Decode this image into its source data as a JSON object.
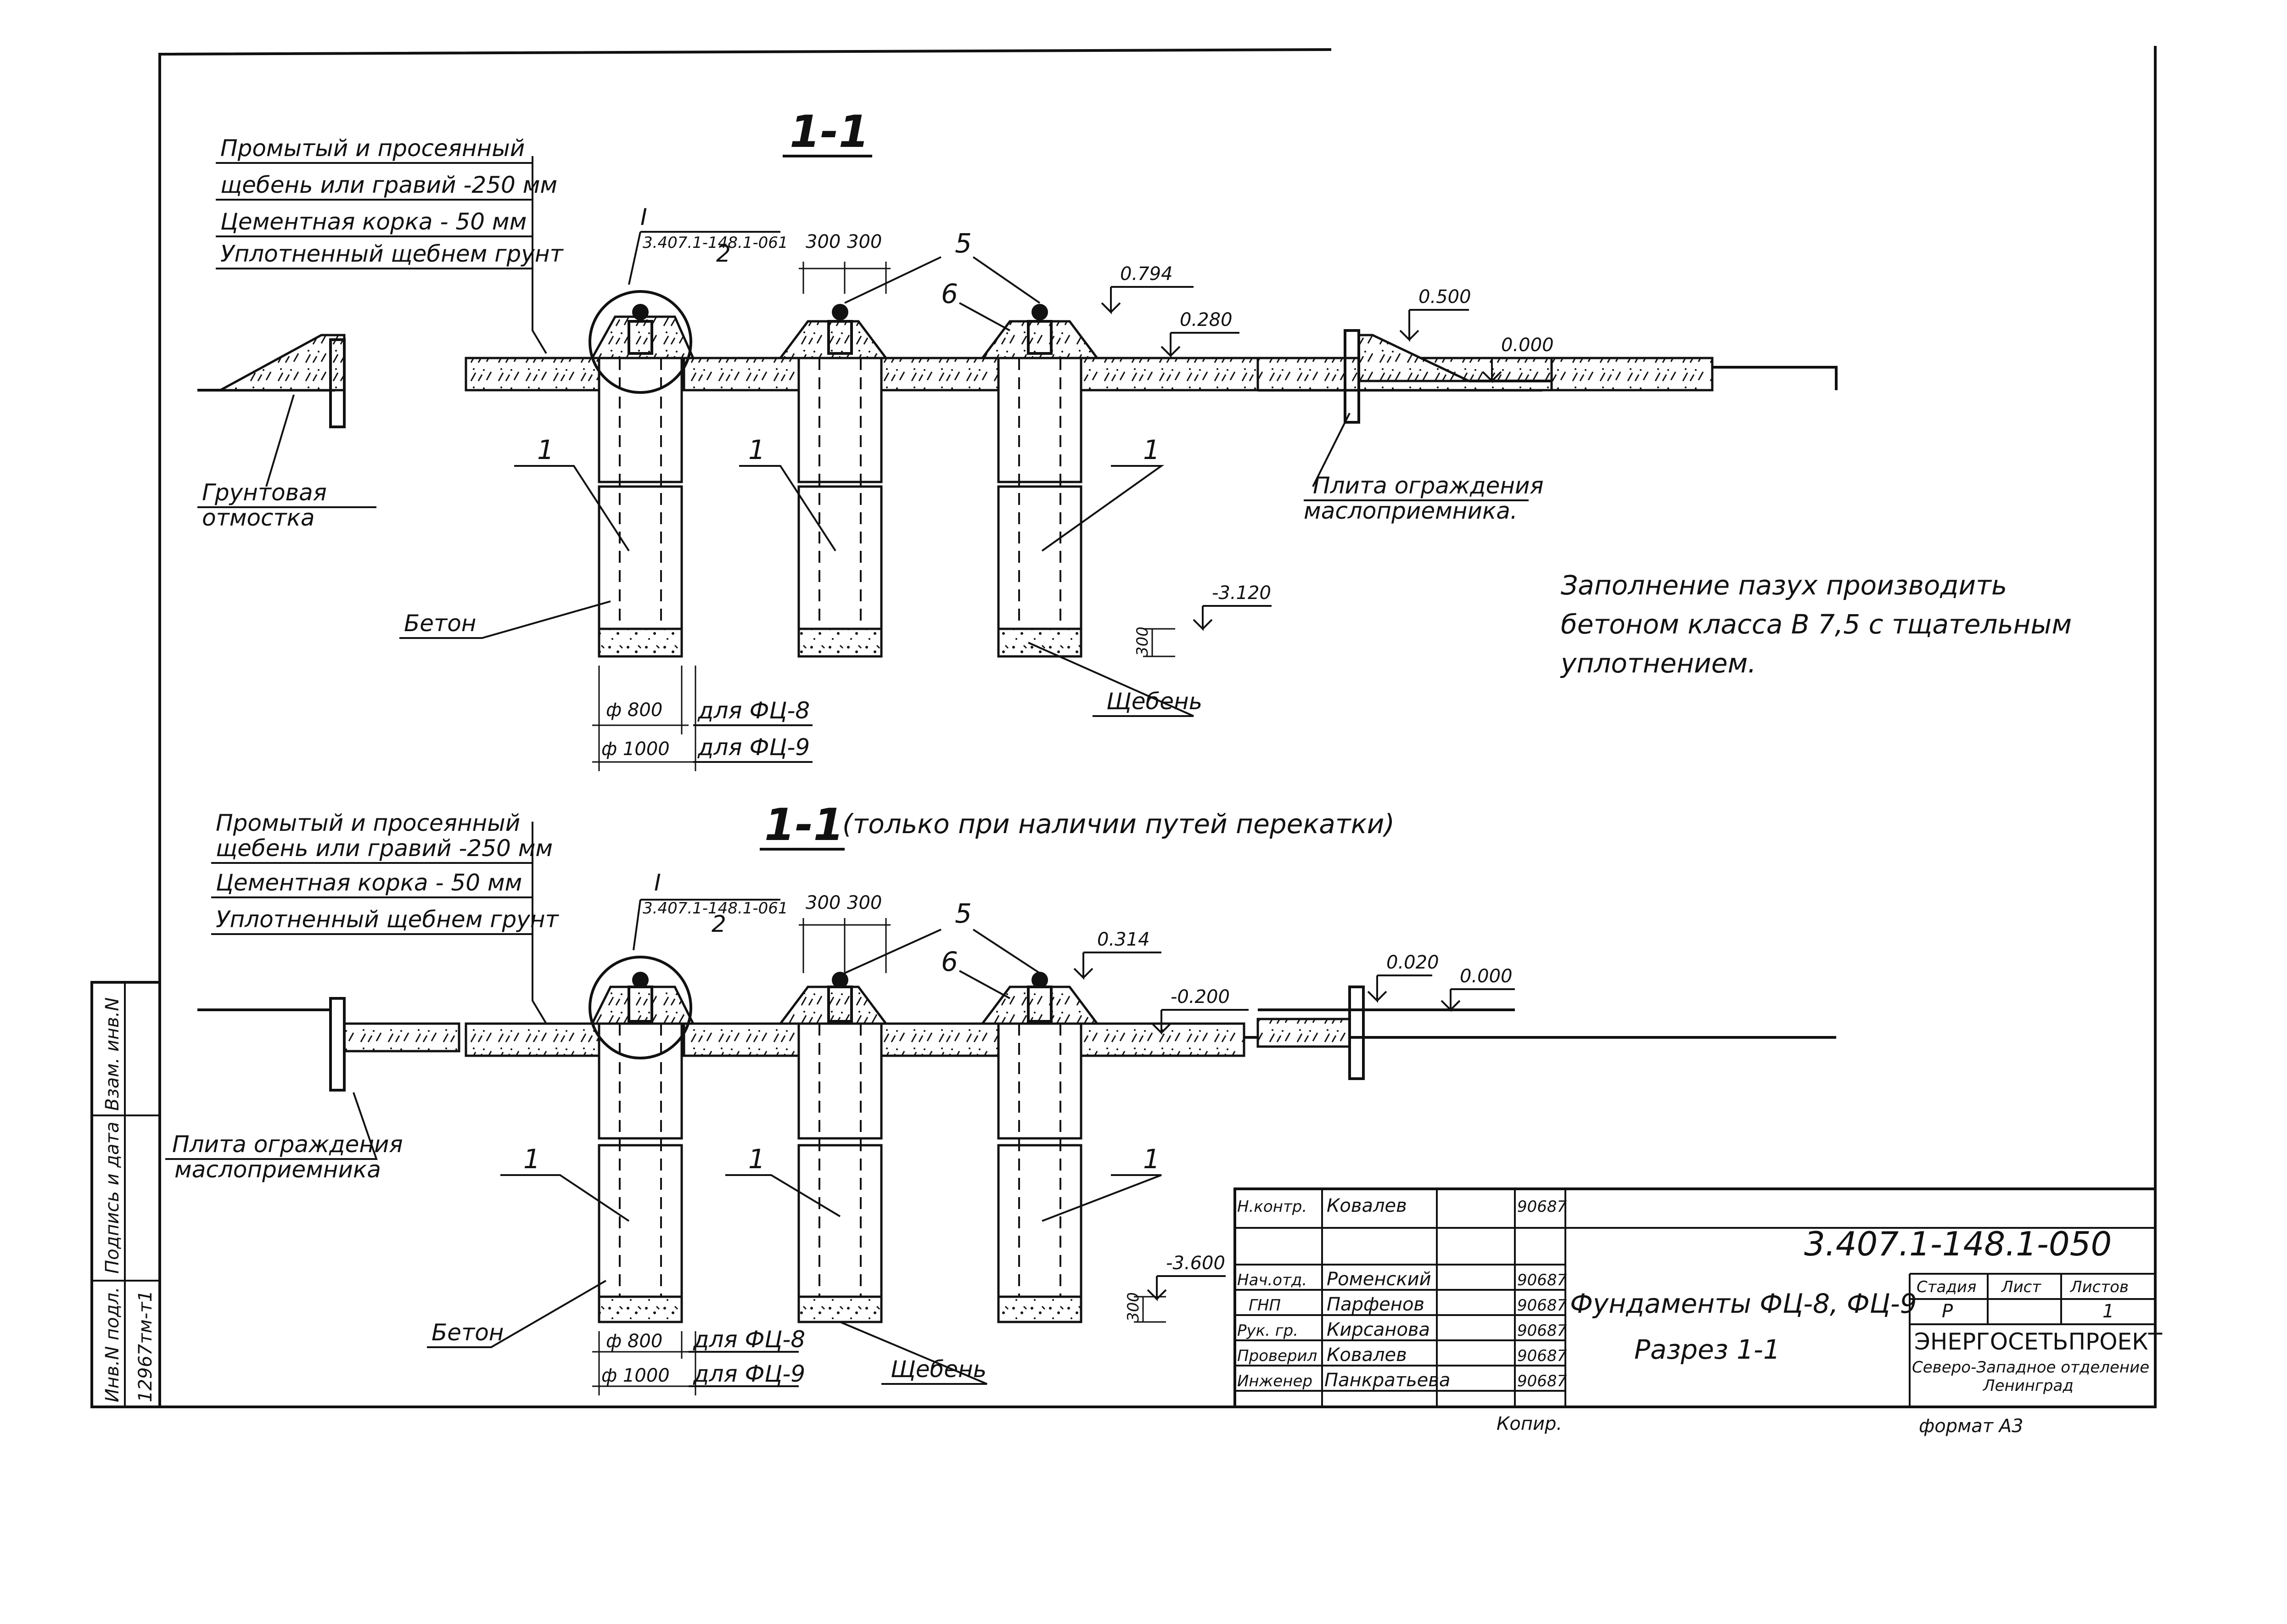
{
  "section_top": {
    "title": "1-1",
    "layers": [
      "Промытый и просеянный",
      "щебень или гравий -250 мм",
      "Цементная корка - 50 мм",
      "Уплотненный щебнем грунт"
    ],
    "ref_mark": "I",
    "ref_doc": "3.407.1-148.1-061",
    "dims": [
      "300",
      "300"
    ],
    "labels": {
      "n1": "1",
      "n2": "2",
      "n5": "5",
      "n6": "6"
    },
    "elevations": {
      "e1": "0.794",
      "e2": "0.280",
      "e3": "0.500",
      "e4": "0.000",
      "e5": "-3.120"
    },
    "dim_300": "300",
    "ground_left": [
      "Грунтовая",
      "отмостка"
    ],
    "plate": [
      "Плита ограждения",
      "маслоприемника."
    ],
    "concrete": "Бетон",
    "gravel": "Щебень",
    "dia1": "ф 800",
    "for1": "для ФЦ-8",
    "dia2": "ф 1000",
    "for2": "для ФЦ-9"
  },
  "section_bottom": {
    "title": "1-1",
    "title_note": "(только при наличии путей перекатки)",
    "layers": [
      "Промытый и просеянный",
      "щебень или гравий -250 мм",
      "Цементная корка - 50 мм",
      "Уплотненный щебнем грунт"
    ],
    "ref_mark": "I",
    "ref_doc": "3.407.1-148.1-061",
    "dims": [
      "300",
      "300"
    ],
    "labels": {
      "n1": "1",
      "n2": "2",
      "n5": "5",
      "n6": "6"
    },
    "elevations": {
      "e1": "0.314",
      "e2": "-0.200",
      "e3": "0.020",
      "e4": "0.000",
      "e5": "-3.600"
    },
    "dim_300": "300",
    "plate": [
      "Плита ограждения",
      "маслоприемника"
    ],
    "concrete": "Бетон",
    "gravel": "Щебень",
    "dia1": "ф 800",
    "for1": "для ФЦ-8",
    "dia2": "ф 1000",
    "for2": "для ФЦ-9"
  },
  "note": [
    "Заполнение пазух производить",
    "бетоном класса В 7,5 с тщательным",
    "уплотнением."
  ],
  "side_stamp": {
    "col1": "Инв.N подл.",
    "col2": "Подпись и дата",
    "col3": "Взам. инв.N",
    "inv_value": "12967тм-т1"
  },
  "title_block": {
    "code": "3.407.1-148.1-050",
    "rows": [
      {
        "role": "Н.контр.",
        "name": "Ковалев",
        "date": "90687"
      },
      {
        "role": "Нач.отд.",
        "name": "Роменский",
        "date": "90687"
      },
      {
        "role": "ГНП",
        "name": "Парфенов",
        "date": "90687"
      },
      {
        "role": "Рук. гр.",
        "name": "Кирсанова",
        "date": "90687"
      },
      {
        "role": "Проверил",
        "name": "Ковалев",
        "date": "90687"
      },
      {
        "role": "Инженер",
        "name": "Панкратьева",
        "date": "90687"
      }
    ],
    "title_line1": "Фундаменты ФЦ-8, ФЦ-9",
    "title_line2": "Разрез 1-1",
    "stage_h": "Стадия",
    "sheet_h": "Лист",
    "sheets_h": "Листов",
    "stage": "Р",
    "sheet": "",
    "sheets": "1",
    "org1": "ЭНЕРГОСЕТЬПРОЕКТ",
    "org2": "Северо-Западное отделение",
    "org3": "Ленинград",
    "copy": "Копир.",
    "format": "формат А3"
  }
}
